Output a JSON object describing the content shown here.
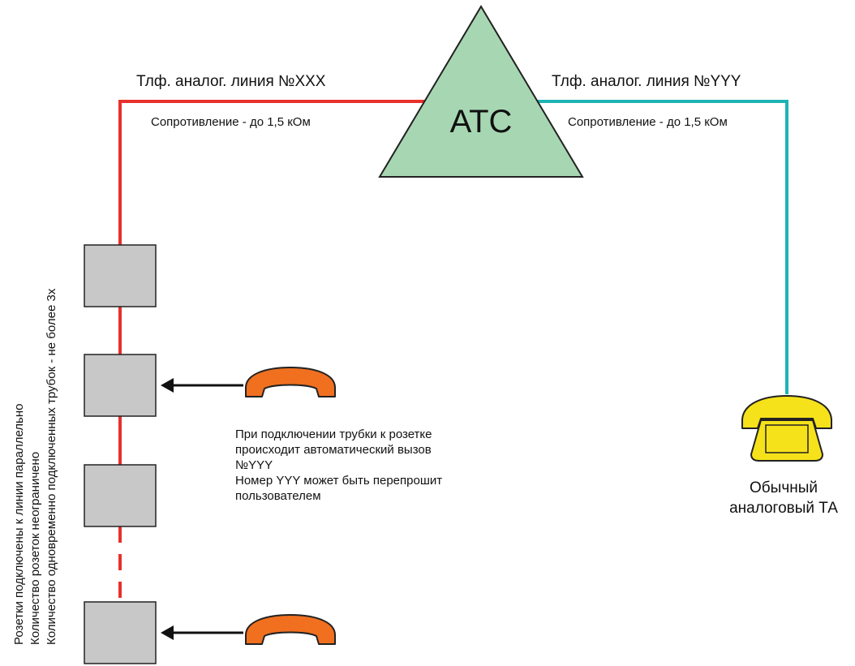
{
  "atc_label": "АТС",
  "line_left": {
    "title": "Тлф. аналог. линия №XXX",
    "resistance": "Сопротивление - до 1,5 кОм"
  },
  "line_right": {
    "title": "Тлф. аналог. линия №YYY",
    "resistance": "Сопротивление - до 1,5 кОм"
  },
  "vertical_notes": [
    "Розетки подключены к линии параллельно",
    "Количество розеток неограничено",
    "Количество одновременно подключенных трубок - не более 3х"
  ],
  "autocall_note": [
    "При подключении трубки к розетке",
    "происходит автоматический вызов",
    "№YYY",
    "Номер YYY может быть перепрошит",
    "пользователем"
  ],
  "phone_label": [
    "Обычный",
    "аналоговый ТА"
  ],
  "colors": {
    "line_left": "#e8302c",
    "line_right": "#1fb3b3",
    "atc_fill": "#a7d7b2",
    "socket_fill": "#c8c8c8",
    "handset": "#f07020",
    "phone": "#f6e21a"
  }
}
